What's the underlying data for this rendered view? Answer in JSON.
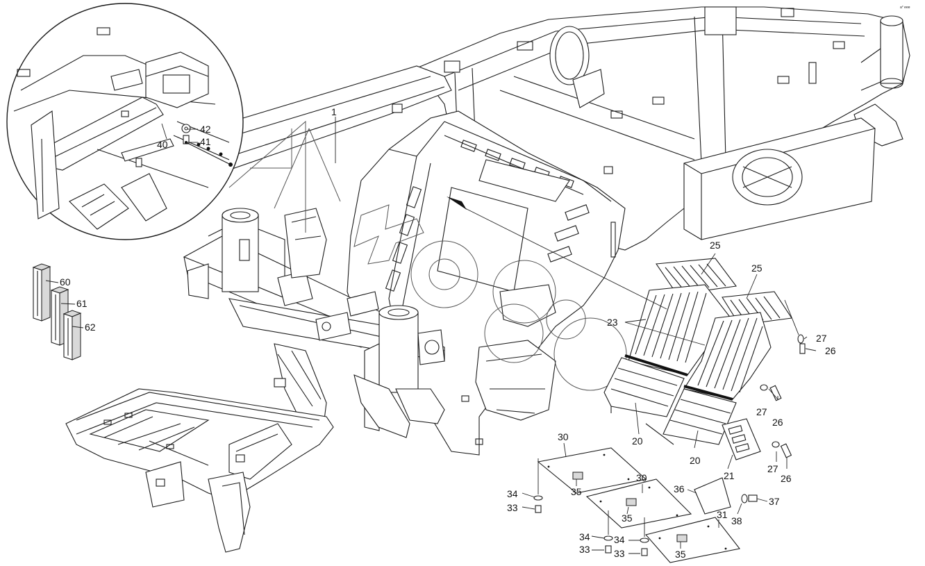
{
  "corner_mark": "a° eee",
  "callouts": [
    {
      "id": "c1",
      "text": "1"
    },
    {
      "id": "c40",
      "text": "40"
    },
    {
      "id": "c41",
      "text": "41"
    },
    {
      "id": "c42",
      "text": "42"
    },
    {
      "id": "c60",
      "text": "60"
    },
    {
      "id": "c61",
      "text": "61"
    },
    {
      "id": "c62",
      "text": "62"
    },
    {
      "id": "c25a",
      "text": "25"
    },
    {
      "id": "c25b",
      "text": "25"
    },
    {
      "id": "c23",
      "text": "23"
    },
    {
      "id": "c27a",
      "text": "27"
    },
    {
      "id": "c26a",
      "text": "26"
    },
    {
      "id": "c27b",
      "text": "27"
    },
    {
      "id": "c26b",
      "text": "26"
    },
    {
      "id": "c20a",
      "text": "20"
    },
    {
      "id": "c20b",
      "text": "20"
    },
    {
      "id": "c21",
      "text": "21"
    },
    {
      "id": "c27c",
      "text": "27"
    },
    {
      "id": "c26c",
      "text": "26"
    },
    {
      "id": "c30a",
      "text": "30"
    },
    {
      "id": "c30b",
      "text": "30"
    },
    {
      "id": "c35a",
      "text": "35"
    },
    {
      "id": "c35b",
      "text": "35"
    },
    {
      "id": "c35c",
      "text": "35"
    },
    {
      "id": "c34a",
      "text": "34"
    },
    {
      "id": "c33a",
      "text": "33"
    },
    {
      "id": "c34b",
      "text": "34"
    },
    {
      "id": "c33b",
      "text": "33"
    },
    {
      "id": "c34c",
      "text": "34"
    },
    {
      "id": "c33c",
      "text": "33"
    },
    {
      "id": "c36",
      "text": "36"
    },
    {
      "id": "c37",
      "text": "37"
    },
    {
      "id": "c38",
      "text": "38"
    },
    {
      "id": "c31",
      "text": "31"
    }
  ]
}
